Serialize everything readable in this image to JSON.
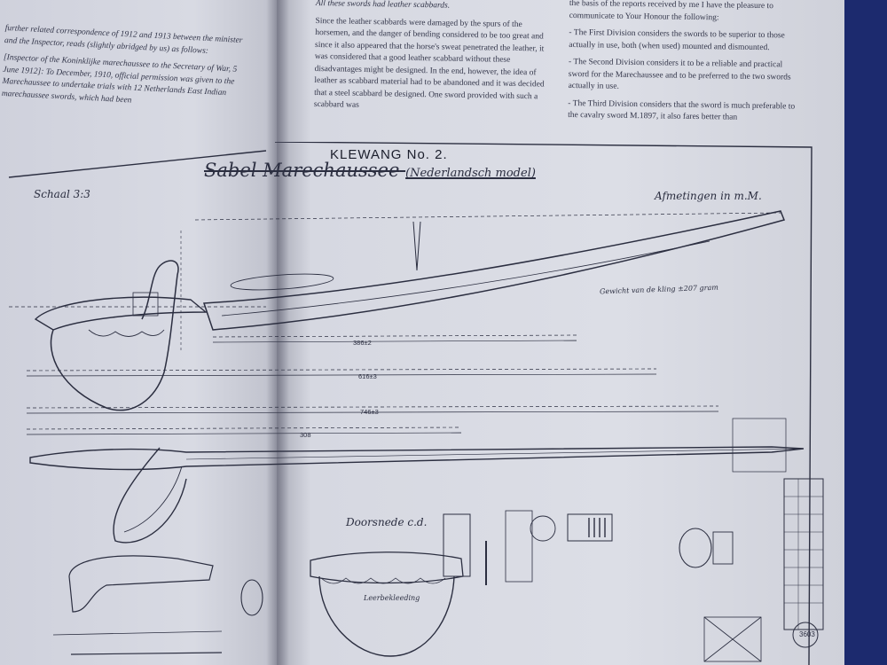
{
  "document": {
    "left_page": {
      "paragraphs": [
        "further related correspondence of 1912 and 1913 between the minister and the Inspector, reads (slightly abridged by us) as follows:",
        "[Inspector of the Koninklijke marechaussee to the Secretary of War, 5 June 1912]: To December, 1910, official permission was given to the Marechaussee to undertake trials with 12 Netherlands East Indian marechaussee swords, which had been"
      ]
    },
    "middle_column": {
      "lines": [
        "All these swords had leather scabbards.",
        "Since the leather scabbards were damaged by the spurs of the horsemen, and the danger of bending considered to be too great and since it also appeared that the horse's sweat penetrated the leather, it was considered that a good leather scabbard without these disadvantages might be designed. In the end, however, the idea of leather as scabbard material had to be abandoned and it was decided that a steel scabbard be designed. One sword provided with such a scabbard was"
      ]
    },
    "right_column": {
      "lines": [
        "the basis of the reports received by me I have the pleasure to communicate to Your Honour the following:",
        "- The First Division considers the swords to be superior to those actually in use, both (when used) mounted and dismounted.",
        "- The Second Division considers it to be a reliable and practical sword for the Marechaussee and to be preferred to the two swords actually in use.",
        "- The Third Division considers that the sword is much preferable to the cavalry sword M.1897, it also fares better than"
      ]
    }
  },
  "drawing": {
    "title": "KLEWANG No. 2.",
    "struck_title": "Sabel Marechaussee",
    "struck_subtitle": "(Nederlandsch model)",
    "scale": "Schaal 3:3",
    "units_note": "Afmetingen in m.M.",
    "section_label": "Doorsnede c.d.",
    "blade_weight": "Gewicht van de kling ±207 gram",
    "leather_label": "Leerbekleeding",
    "dimensions": [
      "386±2",
      "616±3",
      "746±3",
      "308"
    ],
    "sheet_number": "3603"
  },
  "colors": {
    "paper": "#d8dae3",
    "ink": "#2b2e40",
    "background": "#1c2a6e"
  }
}
